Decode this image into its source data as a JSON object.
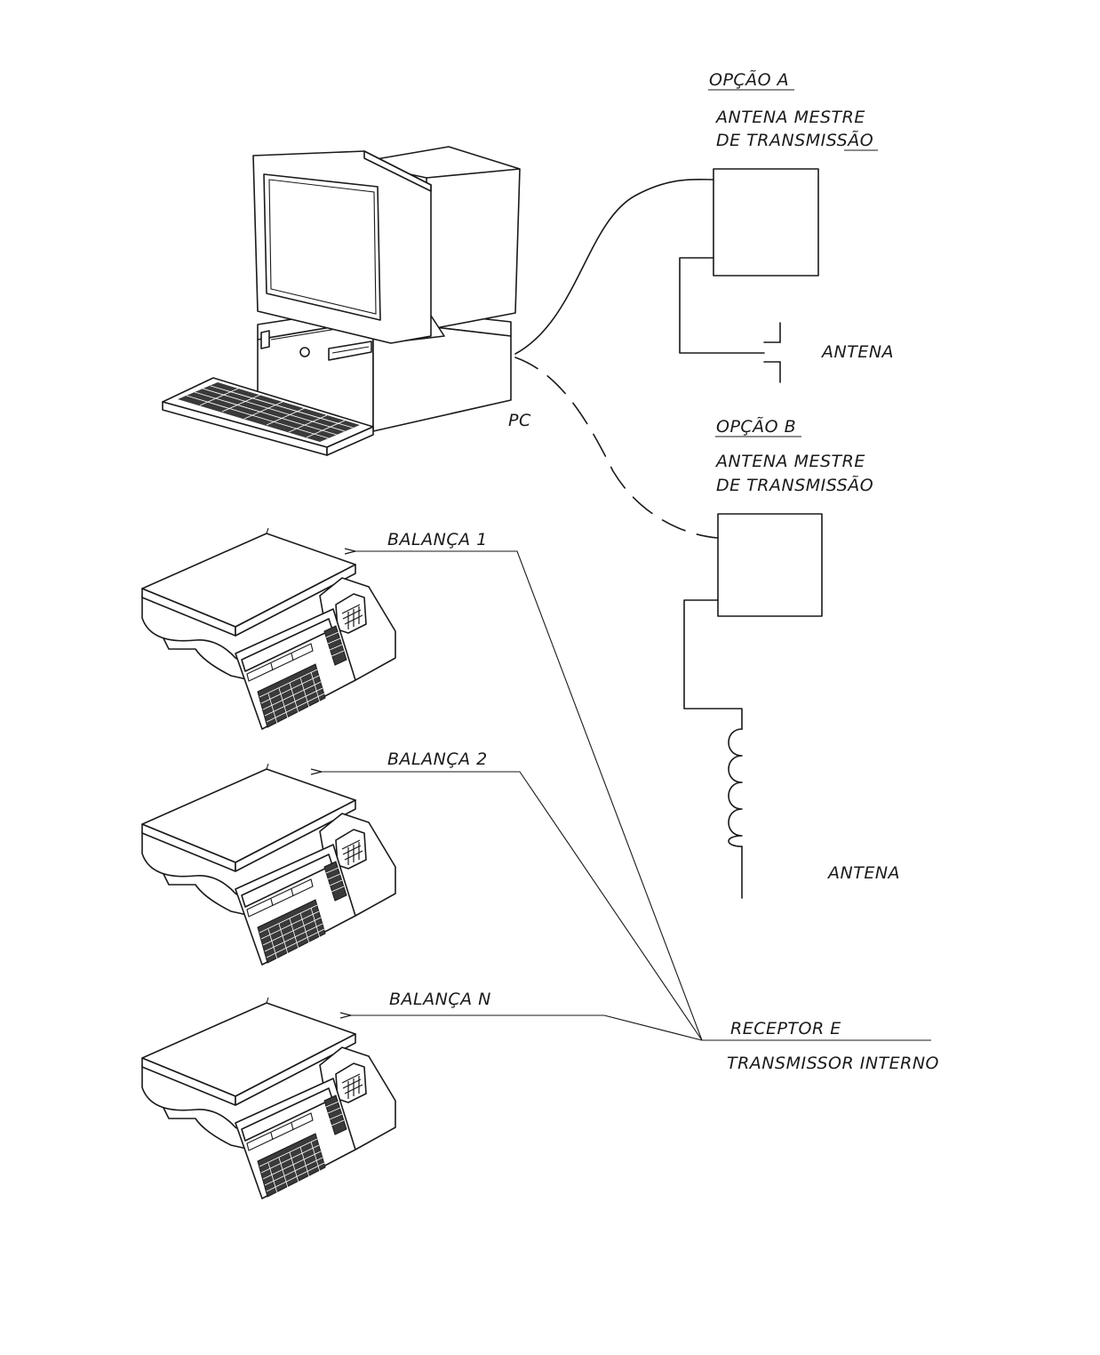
{
  "labels": {
    "option_a": "OPÇÃO A",
    "master_antenna_a_line1": "ANTENA MESTRE",
    "master_antenna_a_line2": "DE TRANSMISSÃO",
    "antenna_a": "ANTENA",
    "pc": "PC",
    "option_b": "OPÇÃO B",
    "master_antenna_b_line1": "ANTENA MESTRE",
    "master_antenna_b_line2": "DE TRANSMISSÃO",
    "antenna_b": "ANTENA",
    "scale_1": "BALANÇA 1",
    "scale_2": "BALANÇA 2",
    "scale_n": "BALANÇA N",
    "receiver_line1": "RECEPTOR E",
    "receiver_line2": "TRANSMISSOR INTERNO"
  },
  "connections": {
    "option_a": "solid",
    "option_b": "dashed"
  }
}
